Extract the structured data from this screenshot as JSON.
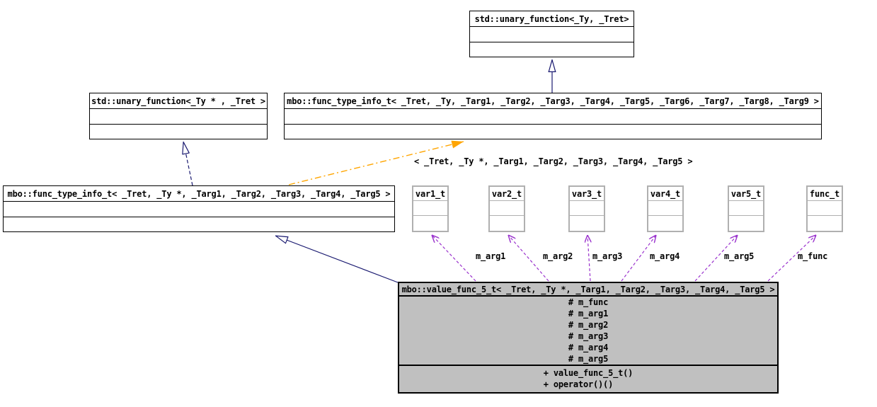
{
  "diagram": {
    "kind": "uml-collaboration-diagram",
    "classes": {
      "std_unary_function": {
        "title": "std::unary_function<_Ty, _Tret>"
      },
      "std_unary_function_ptr": {
        "title": "std::unary_function<_Ty * , _Tret >"
      },
      "func_type_info_general": {
        "title": "mbo::func_type_info_t< _Tret, _Ty, _Targ1, _Targ2, _Targ3, _Targ4, _Targ5, _Targ6, _Targ7, _Targ8, _Targ9 >"
      },
      "func_type_info_ptr": {
        "title": "mbo::func_type_info_t< _Tret, _Ty *, _Targ1, _Targ2, _Targ3, _Targ4, _Targ5 >"
      },
      "value_func_5_t": {
        "title": "mbo::value_func_5_t< _Tret, _Ty *, _Targ1, _Targ2, _Targ3, _Targ4, _Targ5 >",
        "attributes": [
          "# m_func",
          "# m_arg1",
          "# m_arg2",
          "# m_arg3",
          "# m_arg4",
          "# m_arg5"
        ],
        "methods": [
          "+ value_func_5_t()",
          "+ operator()()"
        ]
      }
    },
    "small_nodes": [
      "var1_t",
      "var2_t",
      "var3_t",
      "var4_t",
      "var5_t",
      "func_t"
    ],
    "template_args_label": "< _Tret, _Ty *, _Targ1, _Targ2, _Targ3, _Targ4, _Targ5 >",
    "usage_labels": [
      "m_arg1",
      "m_arg2",
      "m_arg3",
      "m_arg4",
      "m_arg5",
      "m_func"
    ],
    "colors": {
      "inheritance_edge": "#191970",
      "usage_edge": "#9a32cd",
      "template_edge": "#ffa500",
      "highlight_node_fill": "#c0c0c0",
      "node_fill": "#ffffff",
      "node_border": "#000000",
      "small_node_border": "#b0b0b0"
    }
  }
}
